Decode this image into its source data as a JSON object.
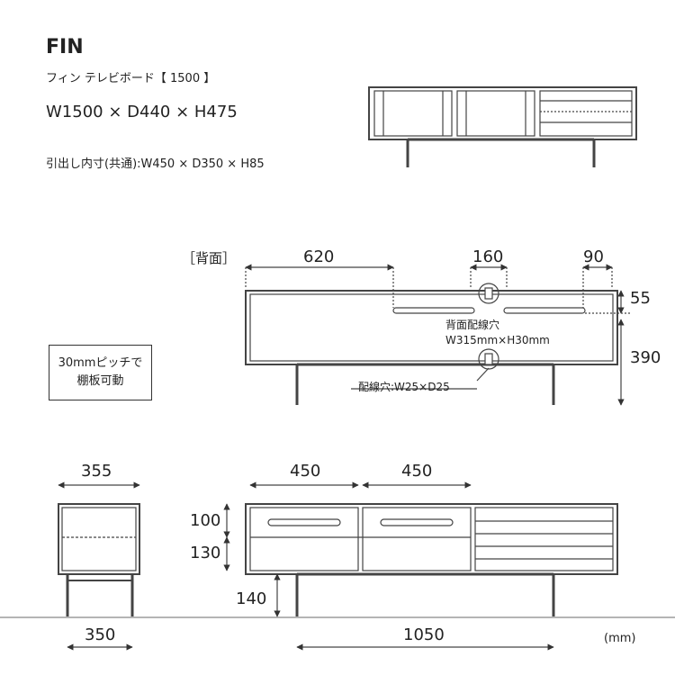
{
  "header": {
    "title": "FIN",
    "subtitle": "フィン テレビボード【 1500 】",
    "dimensions": "W1500 × D440 × H475",
    "drawer_inner": "引出し内寸(共通):W450 × D350 × H85"
  },
  "rear_view": {
    "label": "［背面］",
    "dim_left": "620",
    "dim_mid": "160",
    "dim_right": "90",
    "dim_top": "55",
    "dim_height": "390",
    "cable_hole_title": "背面配線穴",
    "cable_hole_size": "W315mm×H30mm",
    "cable_hole_small": "配線穴:W25×D25"
  },
  "shelf_note": {
    "line1": "30mmピッチで",
    "line2": "棚板可動"
  },
  "side_view": {
    "dim_top": "355",
    "dim_bottom": "350"
  },
  "front_view": {
    "dim_drawer1": "450",
    "dim_drawer2": "450",
    "dim_upper": "100",
    "dim_lower": "130",
    "dim_leg": "140",
    "dim_leg_span": "1050"
  },
  "unit": "(mm)"
}
